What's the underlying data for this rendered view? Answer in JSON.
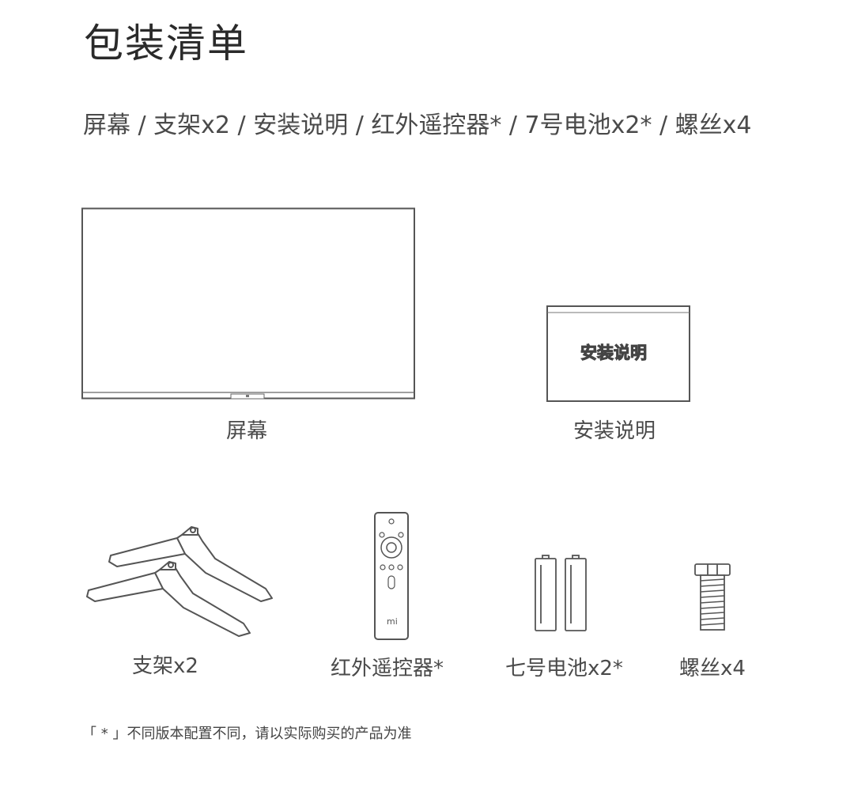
{
  "title": "包装清单",
  "summary": "屏幕 / 支架x2 / 安装说明 / 红外遥控器* / 7号电池x2* / 螺丝x4",
  "items": {
    "screen": {
      "label": "屏幕",
      "icon": "tv-screen-icon"
    },
    "manual": {
      "label": "安装说明",
      "cover_text": "安装说明",
      "icon": "manual-booklet-icon"
    },
    "stand": {
      "label": "支架x2",
      "icon": "stand-legs-icon"
    },
    "remote": {
      "label": "红外遥控器*",
      "logo_text": "mi",
      "icon": "remote-control-icon"
    },
    "battery": {
      "label": "七号电池x2*",
      "icon": "battery-icon"
    },
    "screw": {
      "label": "螺丝x4",
      "icon": "screw-icon"
    }
  },
  "footnote": "「 * 」不同版本配置不同，请以实际购买的产品为准",
  "colors": {
    "line": "#555555",
    "text": "#4a4a4a",
    "background": "#ffffff"
  }
}
